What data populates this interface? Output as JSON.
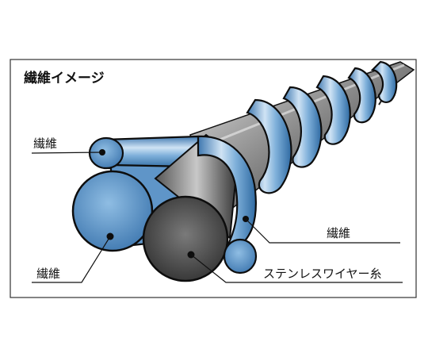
{
  "title": "繊維イメージ",
  "labels": {
    "fiber_top_left": "繊維",
    "fiber_bottom_left": "繊維",
    "fiber_right": "繊維",
    "stainless_wire": "ステンレスワイヤー糸"
  },
  "colors": {
    "fiber_blue": "#7fb0da",
    "fiber_blue_light": "#cfe3f4",
    "fiber_blue_dark": "#3f78b0",
    "steel_light": "#d8d8d8",
    "steel_mid": "#8a8a8a",
    "steel_dark": "#2a2a2a",
    "frame": "#333333",
    "leader": "#111111"
  }
}
